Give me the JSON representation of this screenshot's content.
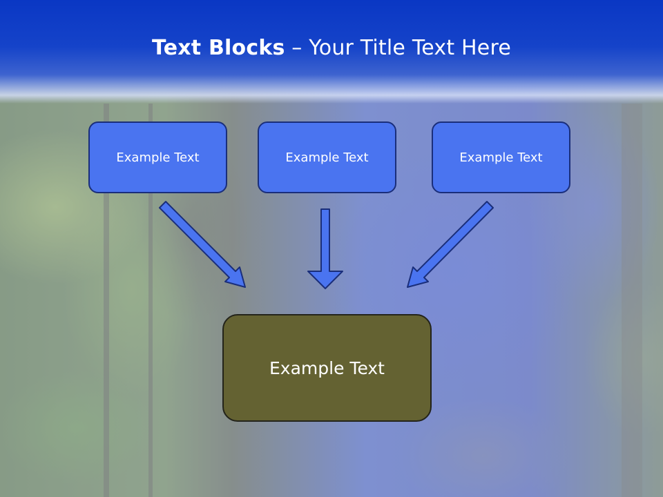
{
  "slide": {
    "title_bold": "Text Blocks",
    "title_dash": " – ",
    "title_rest": "Your Title Text Here"
  },
  "blocks": {
    "top": [
      {
        "label": "Example Text"
      },
      {
        "label": "Example Text"
      },
      {
        "label": "Example Text"
      }
    ],
    "main": {
      "label": "Example Text"
    }
  },
  "colors": {
    "title_band": "#0a37c4",
    "top_box_fill": "#4a74f0",
    "top_box_border": "#1a2e7a",
    "main_box_fill": "#646232",
    "arrow_fill": "#4a74f0",
    "arrow_stroke": "#1a2e7a"
  },
  "icons": {
    "arrow_left": "arrow-down-right-icon",
    "arrow_middle": "arrow-down-icon",
    "arrow_right": "arrow-down-left-icon"
  }
}
